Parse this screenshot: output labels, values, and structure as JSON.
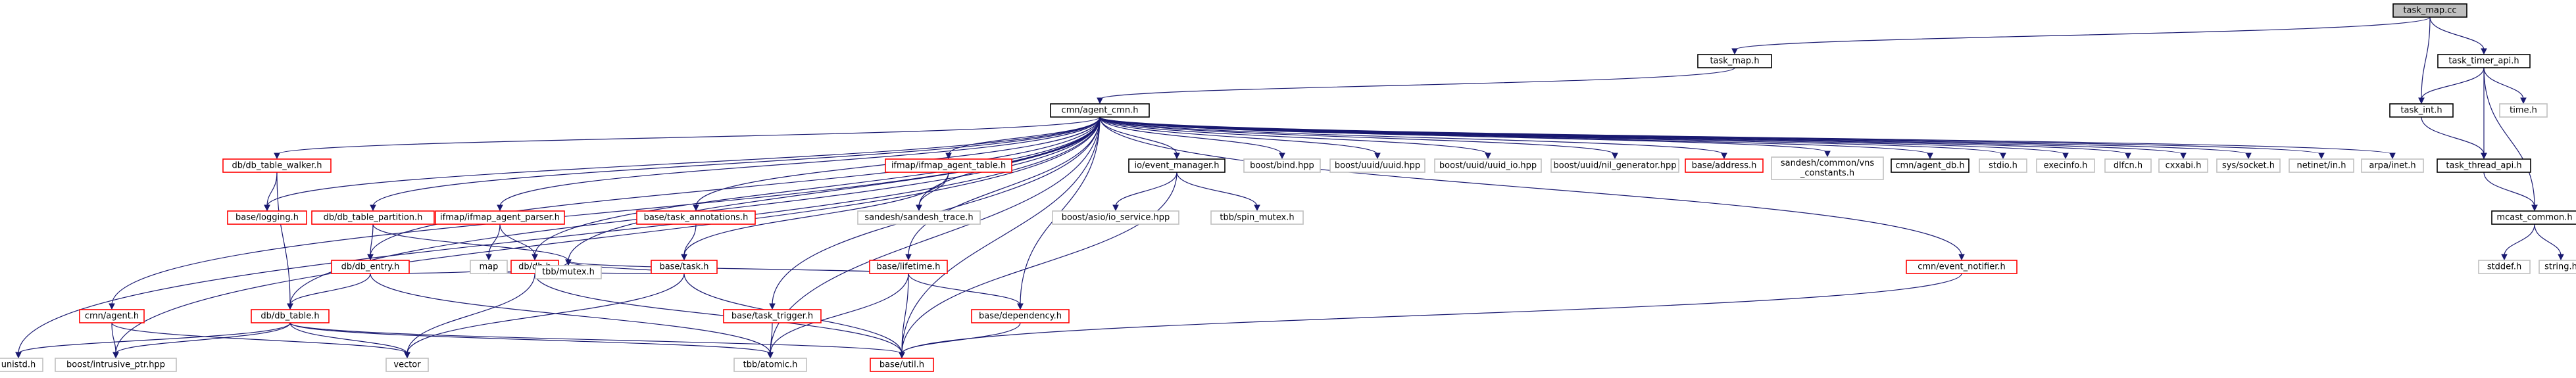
{
  "nodes": [
    {
      "id": "task_map_cc",
      "label": "task_map.cc",
      "kind": "root"
    },
    {
      "id": "task_map_h",
      "label": "task_map.h",
      "kind": "documented"
    },
    {
      "id": "task_timer_api_h",
      "label": "task_timer_api.h",
      "kind": "documented"
    },
    {
      "id": "cmn_agent_cmn_h",
      "label": "cmn/agent_cmn.h",
      "kind": "documented"
    },
    {
      "id": "task_int_h",
      "label": "task_int.h",
      "kind": "documented"
    },
    {
      "id": "time_h",
      "label": "time.h",
      "kind": "external"
    },
    {
      "id": "task_thread_api_h",
      "label": "task_thread_api.h",
      "kind": "documented"
    },
    {
      "id": "mcast_common_h",
      "label": "mcast_common.h",
      "kind": "documented"
    },
    {
      "id": "stddef_h",
      "label": "stddef.h",
      "kind": "external"
    },
    {
      "id": "string_h",
      "label": "string.h",
      "kind": "external"
    },
    {
      "id": "unistd_h",
      "label": "unistd.h",
      "kind": "external"
    },
    {
      "id": "boost_intrusive_ptr",
      "label": "boost/intrusive_ptr.hpp",
      "kind": "external"
    },
    {
      "id": "db_db_table_walker_h",
      "label": "db/db_table_walker.h",
      "kind": "undocumented"
    },
    {
      "id": "base_logging_h",
      "label": "base/logging.h",
      "kind": "undocumented"
    },
    {
      "id": "db_db_table_partition_h",
      "label": "db/db_table_partition.h",
      "kind": "undocumented"
    },
    {
      "id": "db_db_entry_h",
      "label": "db/db_entry.h",
      "kind": "undocumented"
    },
    {
      "id": "db_db_table_h",
      "label": "db/db_table.h",
      "kind": "undocumented"
    },
    {
      "id": "cmn_agent_h",
      "label": "cmn/agent.h",
      "kind": "undocumented"
    },
    {
      "id": "vector",
      "label": "vector",
      "kind": "external"
    },
    {
      "id": "map",
      "label": "map",
      "kind": "external"
    },
    {
      "id": "ifmap_agent_parser_h",
      "label": "ifmap/ifmap_agent_parser.h",
      "kind": "undocumented"
    },
    {
      "id": "db_db_h",
      "label": "db/db.h",
      "kind": "undocumented"
    },
    {
      "id": "tbb_mutex_h",
      "label": "tbb/mutex.h",
      "kind": "external"
    },
    {
      "id": "tbb_atomic_h",
      "label": "tbb/atomic.h",
      "kind": "external"
    },
    {
      "id": "base_task_annotations_h",
      "label": "base/task_annotations.h",
      "kind": "undocumented"
    },
    {
      "id": "base_task_h",
      "label": "base/task.h",
      "kind": "undocumented"
    },
    {
      "id": "base_task_trigger_h",
      "label": "base/task_trigger.h",
      "kind": "undocumented"
    },
    {
      "id": "base_util_h",
      "label": "base/util.h",
      "kind": "undocumented"
    },
    {
      "id": "ifmap_agent_table_h",
      "label": "ifmap/ifmap_agent_table.h",
      "kind": "undocumented"
    },
    {
      "id": "sandesh_trace_h",
      "label": "sandesh/sandesh_trace.h",
      "kind": "external"
    },
    {
      "id": "base_lifetime_h",
      "label": "base/lifetime.h",
      "kind": "undocumented"
    },
    {
      "id": "base_dependency_h",
      "label": "base/dependency.h",
      "kind": "undocumented"
    },
    {
      "id": "io_event_manager_h",
      "label": "io/event_manager.h",
      "kind": "documented"
    },
    {
      "id": "boost_asio_io_service",
      "label": "boost/asio/io_service.hpp",
      "kind": "external"
    },
    {
      "id": "tbb_spin_mutex_h",
      "label": "tbb/spin_mutex.h",
      "kind": "external"
    },
    {
      "id": "boost_bind",
      "label": "boost/bind.hpp",
      "kind": "external"
    },
    {
      "id": "boost_uuid",
      "label": "boost/uuid/uuid.hpp",
      "kind": "external"
    },
    {
      "id": "boost_uuid_io",
      "label": "boost/uuid/uuid_io.hpp",
      "kind": "external"
    },
    {
      "id": "boost_uuid_nil",
      "label": "boost/uuid/nil_generator.hpp",
      "kind": "external"
    },
    {
      "id": "base_address_h",
      "label": "base/address.h",
      "kind": "undocumented"
    },
    {
      "id": "sandesh_vns_constants",
      "label": "sandesh/common/vns_constants.h",
      "kind": "external",
      "lines": [
        "sandesh/common/vns",
        "_constants.h"
      ]
    },
    {
      "id": "cmn_agent_db_h",
      "label": "cmn/agent_db.h",
      "kind": "documented"
    },
    {
      "id": "stdio_h",
      "label": "stdio.h",
      "kind": "external"
    },
    {
      "id": "execinfo_h",
      "label": "execinfo.h",
      "kind": "external"
    },
    {
      "id": "dlfcn_h",
      "label": "dlfcn.h",
      "kind": "external"
    },
    {
      "id": "cxxabi_h",
      "label": "cxxabi.h",
      "kind": "external"
    },
    {
      "id": "sys_socket_h",
      "label": "sys/socket.h",
      "kind": "external"
    },
    {
      "id": "netinet_in_h",
      "label": "netinet/in.h",
      "kind": "external"
    },
    {
      "id": "arpa_inet_h",
      "label": "arpa/inet.h",
      "kind": "external"
    },
    {
      "id": "cmn_event_notifier_h",
      "label": "cmn/event_notifier.h",
      "kind": "undocumented"
    }
  ],
  "edges": [
    [
      "task_map_cc",
      "task_map_h"
    ],
    [
      "task_map_cc",
      "task_timer_api_h"
    ],
    [
      "task_map_cc",
      "task_int_h"
    ],
    [
      "task_map_h",
      "cmn_agent_cmn_h"
    ],
    [
      "task_timer_api_h",
      "task_int_h"
    ],
    [
      "task_timer_api_h",
      "time_h"
    ],
    [
      "task_timer_api_h",
      "task_thread_api_h"
    ],
    [
      "task_timer_api_h",
      "mcast_common_h"
    ],
    [
      "task_int_h",
      "task_thread_api_h"
    ],
    [
      "task_thread_api_h",
      "mcast_common_h"
    ],
    [
      "mcast_common_h",
      "stddef_h"
    ],
    [
      "mcast_common_h",
      "string_h"
    ],
    [
      "cmn_agent_cmn_h",
      "unistd_h"
    ],
    [
      "cmn_agent_cmn_h",
      "boost_intrusive_ptr"
    ],
    [
      "cmn_agent_cmn_h",
      "cmn_agent_h"
    ],
    [
      "cmn_agent_cmn_h",
      "db_db_table_walker_h"
    ],
    [
      "cmn_agent_cmn_h",
      "base_logging_h"
    ],
    [
      "cmn_agent_cmn_h",
      "db_db_table_partition_h"
    ],
    [
      "cmn_agent_cmn_h",
      "db_db_entry_h"
    ],
    [
      "cmn_agent_cmn_h",
      "db_db_table_h"
    ],
    [
      "cmn_agent_cmn_h",
      "ifmap_agent_parser_h"
    ],
    [
      "cmn_agent_cmn_h",
      "db_db_h"
    ],
    [
      "cmn_agent_cmn_h",
      "tbb_mutex_h"
    ],
    [
      "cmn_agent_cmn_h",
      "base_task_annotations_h"
    ],
    [
      "cmn_agent_cmn_h",
      "base_task_trigger_h"
    ],
    [
      "cmn_agent_cmn_h",
      "tbb_atomic_h"
    ],
    [
      "cmn_agent_cmn_h",
      "sandesh_trace_h"
    ],
    [
      "cmn_agent_cmn_h",
      "ifmap_agent_table_h"
    ],
    [
      "cmn_agent_cmn_h",
      "base_lifetime_h"
    ],
    [
      "cmn_agent_cmn_h",
      "io_event_manager_h"
    ],
    [
      "cmn_agent_cmn_h",
      "base_dependency_h"
    ],
    [
      "cmn_agent_cmn_h",
      "base_util_h"
    ],
    [
      "cmn_agent_cmn_h",
      "boost_bind"
    ],
    [
      "cmn_agent_cmn_h",
      "boost_uuid"
    ],
    [
      "cmn_agent_cmn_h",
      "boost_uuid_io"
    ],
    [
      "cmn_agent_cmn_h",
      "boost_uuid_nil"
    ],
    [
      "cmn_agent_cmn_h",
      "base_address_h"
    ],
    [
      "cmn_agent_cmn_h",
      "sandesh_vns_constants"
    ],
    [
      "cmn_agent_cmn_h",
      "cmn_agent_db_h"
    ],
    [
      "cmn_agent_cmn_h",
      "stdio_h"
    ],
    [
      "cmn_agent_cmn_h",
      "execinfo_h"
    ],
    [
      "cmn_agent_cmn_h",
      "dlfcn_h"
    ],
    [
      "cmn_agent_cmn_h",
      "cxxabi_h"
    ],
    [
      "cmn_agent_cmn_h",
      "sys_socket_h"
    ],
    [
      "cmn_agent_cmn_h",
      "netinet_in_h"
    ],
    [
      "cmn_agent_cmn_h",
      "arpa_inet_h"
    ],
    [
      "cmn_agent_cmn_h",
      "cmn_event_notifier_h"
    ],
    [
      "db_db_table_walker_h",
      "base_logging_h"
    ],
    [
      "db_db_table_walker_h",
      "db_db_table_h"
    ],
    [
      "db_db_table_partition_h",
      "db_db_entry_h"
    ],
    [
      "db_db_table_partition_h",
      "tbb_mutex_h"
    ],
    [
      "db_db_entry_h",
      "db_db_table_h"
    ],
    [
      "db_db_entry_h",
      "map"
    ],
    [
      "db_db_entry_h",
      "tbb_atomic_h"
    ],
    [
      "db_db_table_h",
      "unistd_h"
    ],
    [
      "db_db_table_h",
      "boost_intrusive_ptr"
    ],
    [
      "db_db_table_h",
      "vector"
    ],
    [
      "db_db_table_h",
      "tbb_atomic_h"
    ],
    [
      "db_db_table_h",
      "base_util_h"
    ],
    [
      "cmn_agent_h",
      "boost_intrusive_ptr"
    ],
    [
      "cmn_agent_h",
      "vector"
    ],
    [
      "ifmap_agent_parser_h",
      "map"
    ],
    [
      "ifmap_agent_parser_h",
      "db_db_h"
    ],
    [
      "db_db_h",
      "map"
    ],
    [
      "db_db_h",
      "vector"
    ],
    [
      "db_db_h",
      "tbb_mutex_h"
    ],
    [
      "db_db_h",
      "base_util_h"
    ],
    [
      "base_task_annotations_h",
      "base_task_h"
    ],
    [
      "ifmap_agent_table_h",
      "sandesh_trace_h"
    ],
    [
      "ifmap_agent_table_h",
      "base_task_h"
    ],
    [
      "base_task_h",
      "map"
    ],
    [
      "base_task_h",
      "vector"
    ],
    [
      "base_task_h",
      "tbb_mutex_h"
    ],
    [
      "base_task_h",
      "base_util_h"
    ],
    [
      "base_task_trigger_h",
      "tbb_atomic_h"
    ],
    [
      "base_lifetime_h",
      "tbb_mutex_h"
    ],
    [
      "base_lifetime_h",
      "base_dependency_h"
    ],
    [
      "base_lifetime_h",
      "tbb_atomic_h"
    ],
    [
      "base_lifetime_h",
      "base_util_h"
    ],
    [
      "base_dependency_h",
      "base_util_h"
    ],
    [
      "io_event_manager_h",
      "boost_asio_io_service"
    ],
    [
      "io_event_manager_h",
      "tbb_spin_mutex_h"
    ],
    [
      "io_event_manager_h",
      "base_util_h"
    ],
    [
      "cmn_event_notifier_h",
      "base_util_h"
    ]
  ],
  "colors": {
    "edge": "#191970",
    "root_fill": "#bfbfbf",
    "documented_border": "#000000",
    "undocumented_border": "#ff0000",
    "external_border": "#bfbfbf",
    "external_text": "#000000"
  }
}
